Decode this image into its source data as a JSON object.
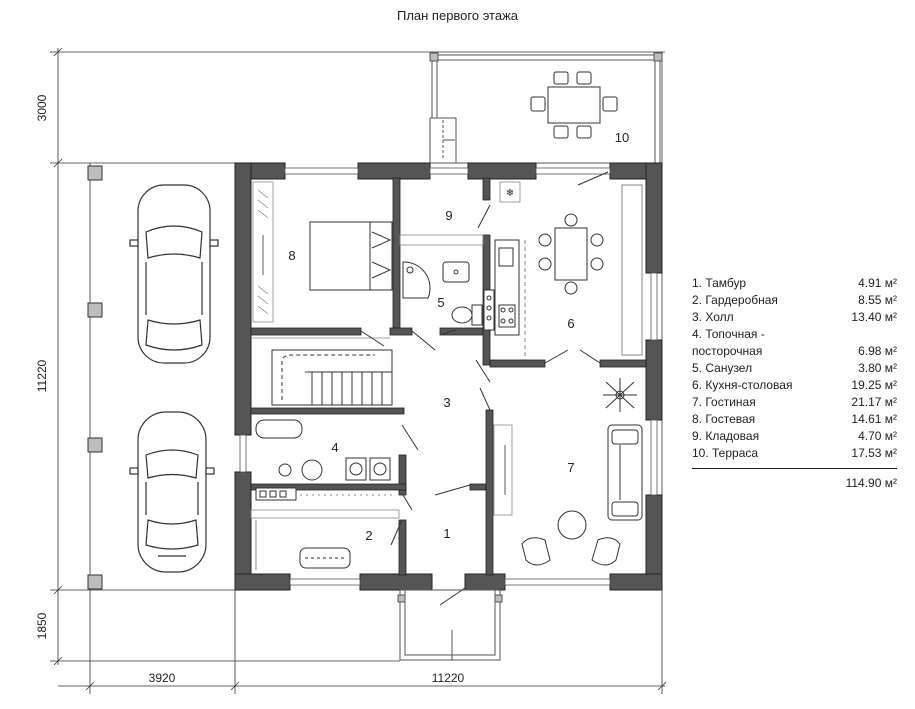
{
  "title": "План первого этажа",
  "dimensions": {
    "top": "3000",
    "left": "11220",
    "bottom_left": "1850",
    "bottom_a": "3920",
    "bottom_b": "11220"
  },
  "room_numbers": [
    "1",
    "2",
    "3",
    "4",
    "5",
    "6",
    "7",
    "8",
    "9",
    "10"
  ],
  "rooms": [
    {
      "label": "1. Тамбур",
      "area": "4.91 м²"
    },
    {
      "label": "2. Гардеробная",
      "area": "8.55 м²"
    },
    {
      "label": "3. Холл",
      "area": "13.40 м²"
    },
    {
      "label": "4. Топочная -\nпосторочная",
      "area": "6.98 м²"
    },
    {
      "label": "5. Санузел",
      "area": "3.80 м²"
    },
    {
      "label": "6. Кухня-столовая",
      "area": "19.25 м²"
    },
    {
      "label": "7. Гостиная",
      "area": "21.17 м²"
    },
    {
      "label": "8. Гостевая",
      "area": "14.61 м²"
    },
    {
      "label": "9. Кладовая",
      "area": "4.70 м²"
    },
    {
      "label": "10. Терраса",
      "area": "17.53 м²"
    }
  ],
  "total": "114.90 м²",
  "colors": {
    "wall": "#555555",
    "wall_light": "#bdbdbd",
    "line": "#222222"
  }
}
